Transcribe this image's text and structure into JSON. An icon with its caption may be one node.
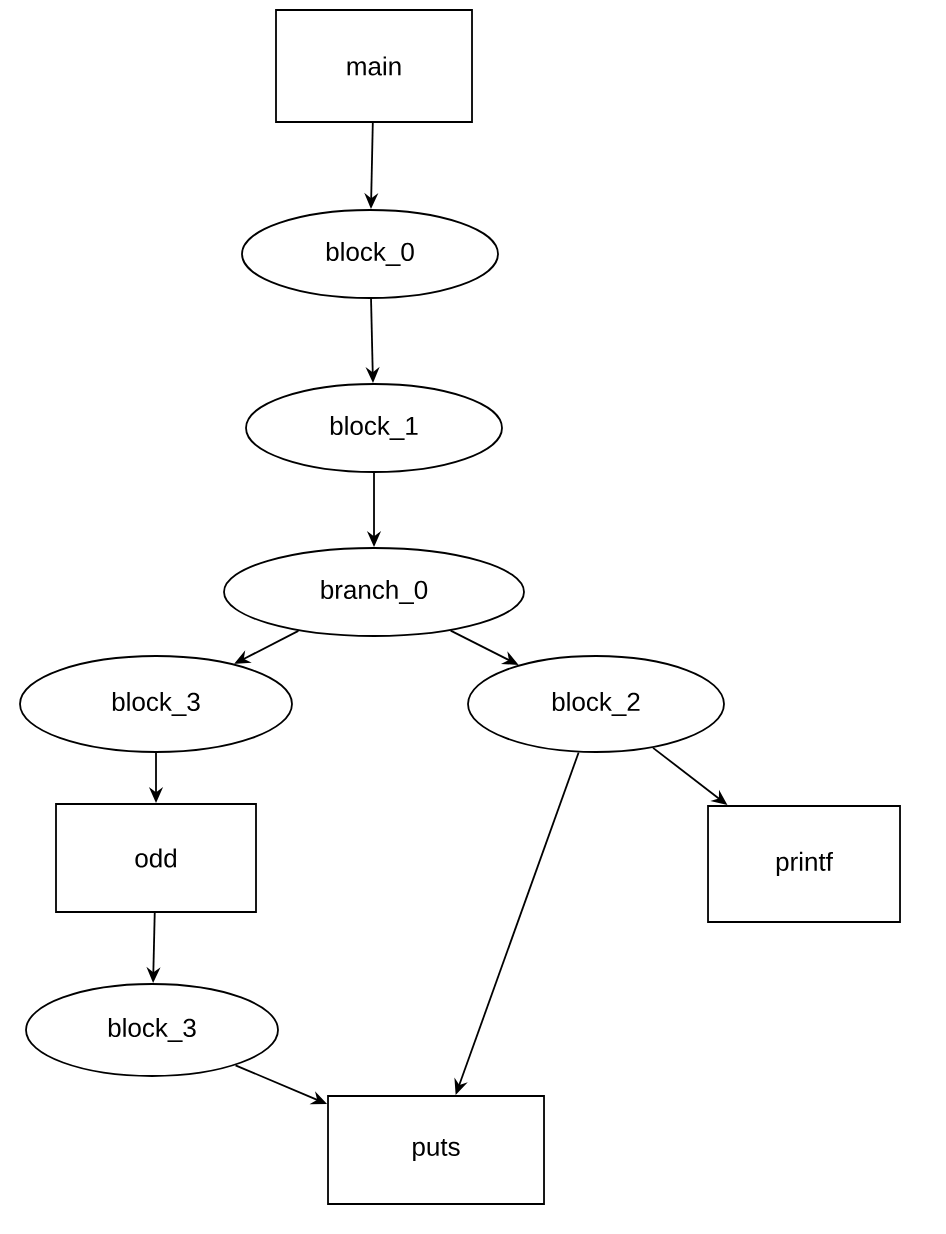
{
  "diagram": {
    "nodes": [
      {
        "text": [
          "main"
        ]
      },
      {
        "text": [
          "block_0"
        ]
      },
      {
        "text": [
          "block_1"
        ]
      },
      {
        "text": [
          "branch_0"
        ]
      },
      {
        "text": [
          "block_3"
        ]
      },
      {
        "text": [
          "block_2"
        ]
      },
      {
        "text": [
          "odd"
        ]
      },
      {
        "text": [
          "printf"
        ]
      },
      {
        "text": [
          "block_3"
        ]
      },
      {
        "text": [
          "puts"
        ]
      }
    ],
    "edges": [
      {
        "from": 0,
        "to": 1,
        "arrow": "to"
      },
      {
        "from": 1,
        "to": 2,
        "arrow": "to"
      },
      {
        "from": 2,
        "to": 3,
        "arrow": "to"
      },
      {
        "from": 3,
        "to": 4,
        "arrow": "to"
      },
      {
        "from": 3,
        "to": 5,
        "arrow": "to"
      },
      {
        "from": 4,
        "to": 6,
        "arrow": "to"
      },
      {
        "from": 5,
        "to": 7,
        "arrow": "to"
      },
      {
        "from": 5,
        "to": 9,
        "arrow": "to"
      },
      {
        "from": 6,
        "to": 8,
        "arrow": "to"
      },
      {
        "from": 8,
        "to": 9,
        "arrow": "to"
      }
    ]
  }
}
